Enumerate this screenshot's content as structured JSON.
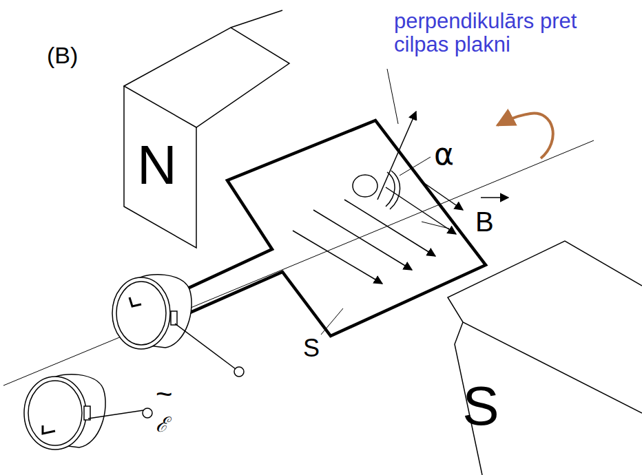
{
  "diagram": {
    "nodes": [
      {
        "text": [
          "N"
        ]
      },
      {
        "text": [
          "S"
        ]
      }
    ],
    "labels": [
      "(B)",
      "perpendikulārs pret cilpas plakni",
      "α",
      "B",
      "S",
      "~",
      "ℰ"
    ]
  }
}
